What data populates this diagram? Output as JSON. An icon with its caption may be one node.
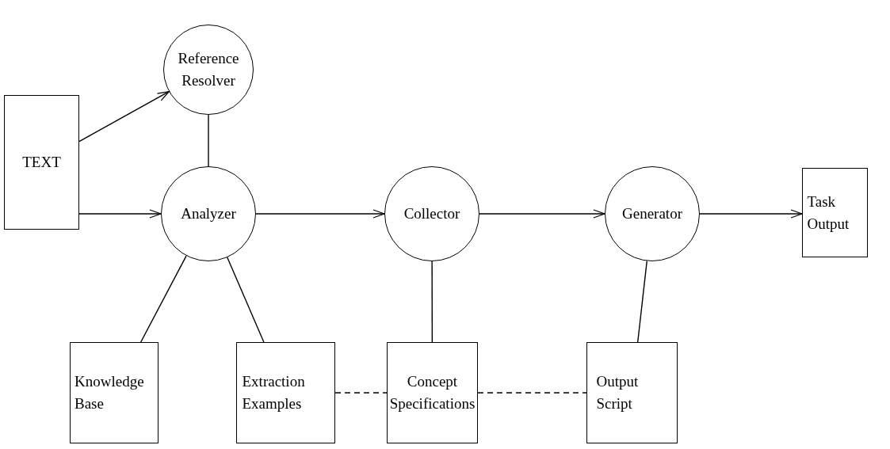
{
  "diagram": {
    "nodes": [
      {
        "text": [
          "TEXT"
        ]
      },
      {
        "text": [
          "Reference Resolver"
        ]
      },
      {
        "text": [
          "Analyzer"
        ]
      },
      {
        "text": [
          "Collector"
        ]
      },
      {
        "text": [
          "Generator"
        ]
      },
      {
        "text": [
          "Task Output"
        ]
      },
      {
        "text": [
          "Knowledge Base"
        ]
      },
      {
        "text": [
          "Extraction Examples"
        ]
      },
      {
        "text": [
          "Concept Specifications"
        ]
      },
      {
        "text": [
          "Output Script"
        ]
      }
    ],
    "edges": [
      {
        "from": 0,
        "to": 1,
        "arrow": "to"
      },
      {
        "from": 1,
        "to": 2,
        "arrow": "none"
      },
      {
        "from": 0,
        "to": 2,
        "arrow": "to"
      },
      {
        "from": 2,
        "to": 3,
        "arrow": "to"
      },
      {
        "from": 3,
        "to": 4,
        "arrow": "to"
      },
      {
        "from": 4,
        "to": 5,
        "arrow": "to"
      },
      {
        "from": 2,
        "to": 6,
        "arrow": "none"
      },
      {
        "from": 2,
        "to": 7,
        "arrow": "none"
      },
      {
        "from": 3,
        "to": 8,
        "arrow": "none"
      },
      {
        "from": 4,
        "to": 9,
        "arrow": "none"
      },
      {
        "from": 7,
        "to": 8,
        "arrow": "none",
        "style": "dashed"
      },
      {
        "from": 8,
        "to": 9,
        "arrow": "none",
        "style": "dashed"
      }
    ]
  }
}
